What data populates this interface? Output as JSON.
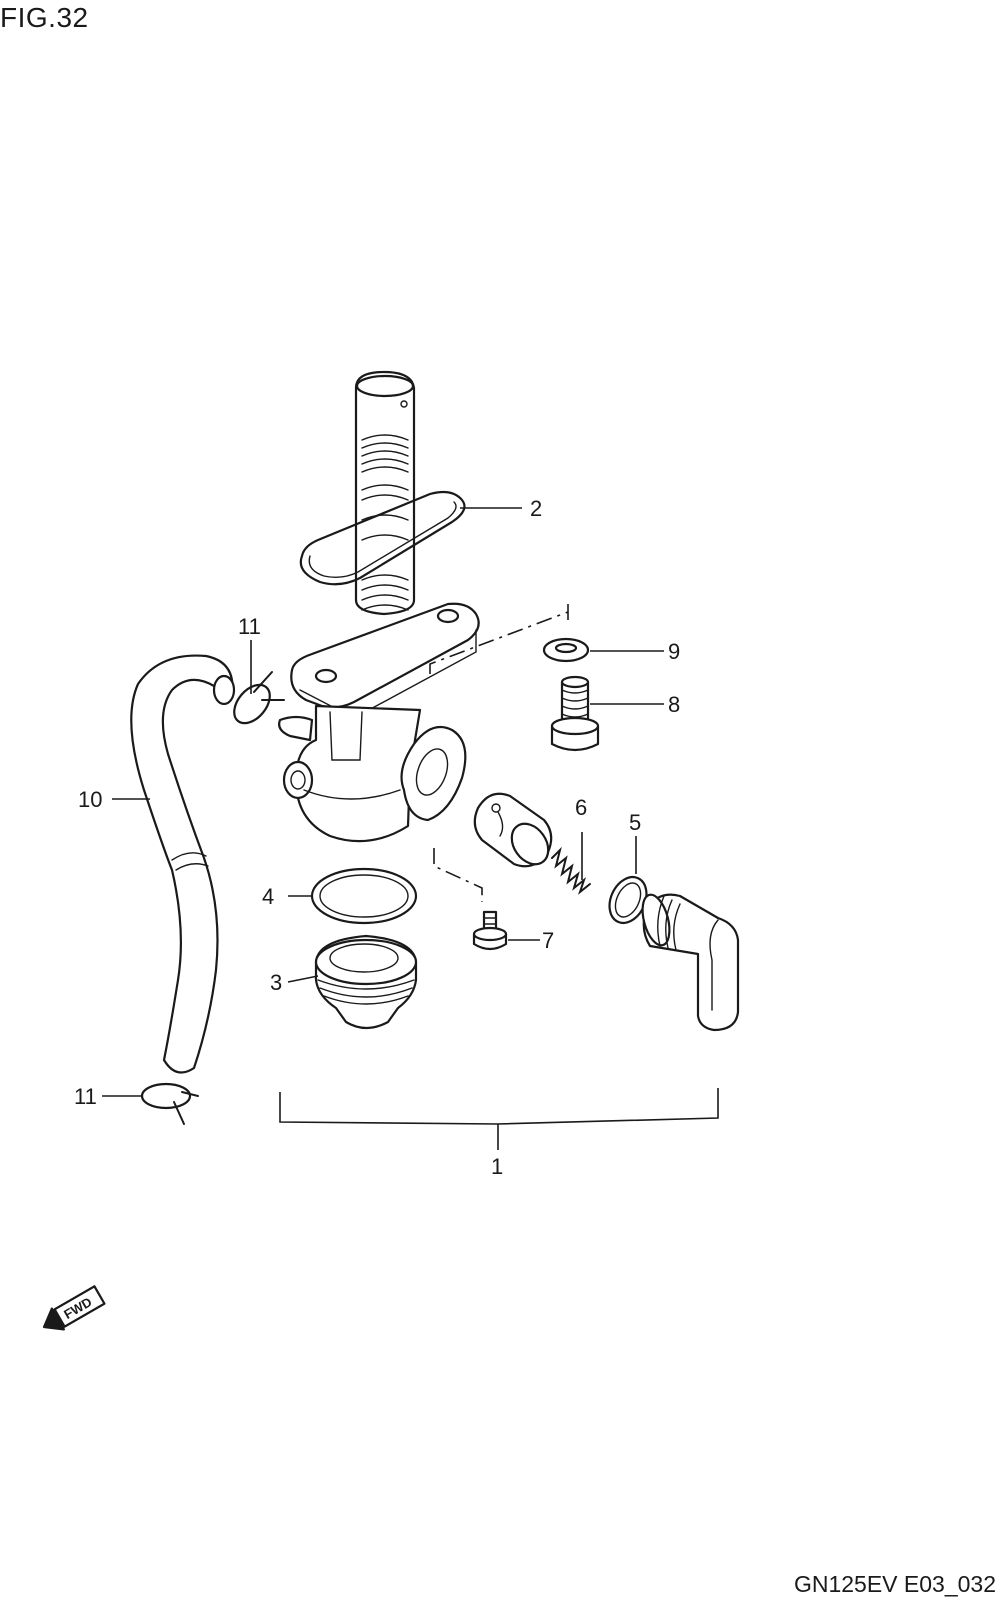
{
  "figure_title": "FIG.32",
  "drawing_id": "GN125EV E03_032",
  "fwd_indicator": "FWD",
  "callouts": [
    {
      "id": "c1",
      "label": "1"
    },
    {
      "id": "c2",
      "label": "2"
    },
    {
      "id": "c3",
      "label": "3"
    },
    {
      "id": "c4",
      "label": "4"
    },
    {
      "id": "c5",
      "label": "5"
    },
    {
      "id": "c6",
      "label": "6"
    },
    {
      "id": "c7",
      "label": "7"
    },
    {
      "id": "c8",
      "label": "8"
    },
    {
      "id": "c9",
      "label": "9"
    },
    {
      "id": "c10",
      "label": "10"
    },
    {
      "id": "c11a",
      "label": "11"
    },
    {
      "id": "c11b",
      "label": "11"
    }
  ]
}
